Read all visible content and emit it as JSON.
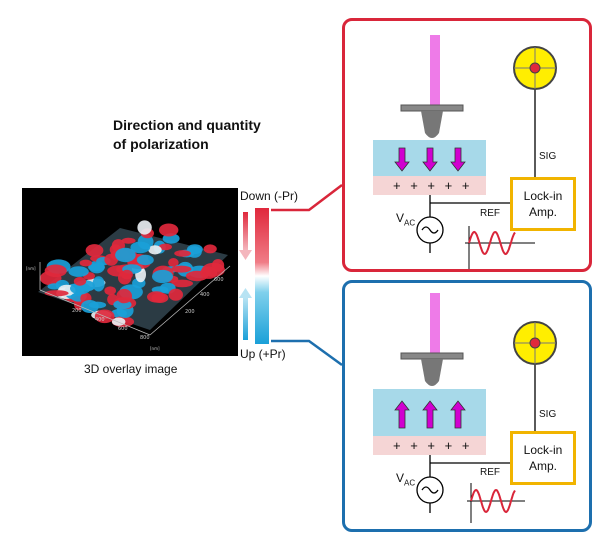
{
  "title_line1": "Direction and quantity",
  "title_line2": "of polarization",
  "image_caption": "3D overlay image",
  "scale_top_label": "Down (-Pr)",
  "scale_bottom_label": "Up (+Pr)",
  "panel_down": {
    "border_color": "#d9263a",
    "lockin_line1": "Lock-in",
    "lockin_line2": "Amp.",
    "sig_label": "SIG",
    "ref_label": "REF",
    "vac_main": "V",
    "vac_sub": "AC",
    "charges": "+ + + + +",
    "polarization": "down"
  },
  "panel_up": {
    "border_color": "#1d6fae",
    "lockin_line1": "Lock-in",
    "lockin_line2": "Amp.",
    "sig_label": "SIG",
    "ref_label": "REF",
    "vac_main": "V",
    "vac_sub": "AC",
    "charges": "+ + + + +",
    "polarization": "up"
  },
  "colors": {
    "down": "#e0283c",
    "up": "#1aa0d8",
    "tip": "#ee7be8",
    "arrow": "#d000d0",
    "sample": "#a7d9e9",
    "electrode": "#f5d5d5",
    "lockin_border": "#f1b400",
    "scope": "#ffee00"
  }
}
